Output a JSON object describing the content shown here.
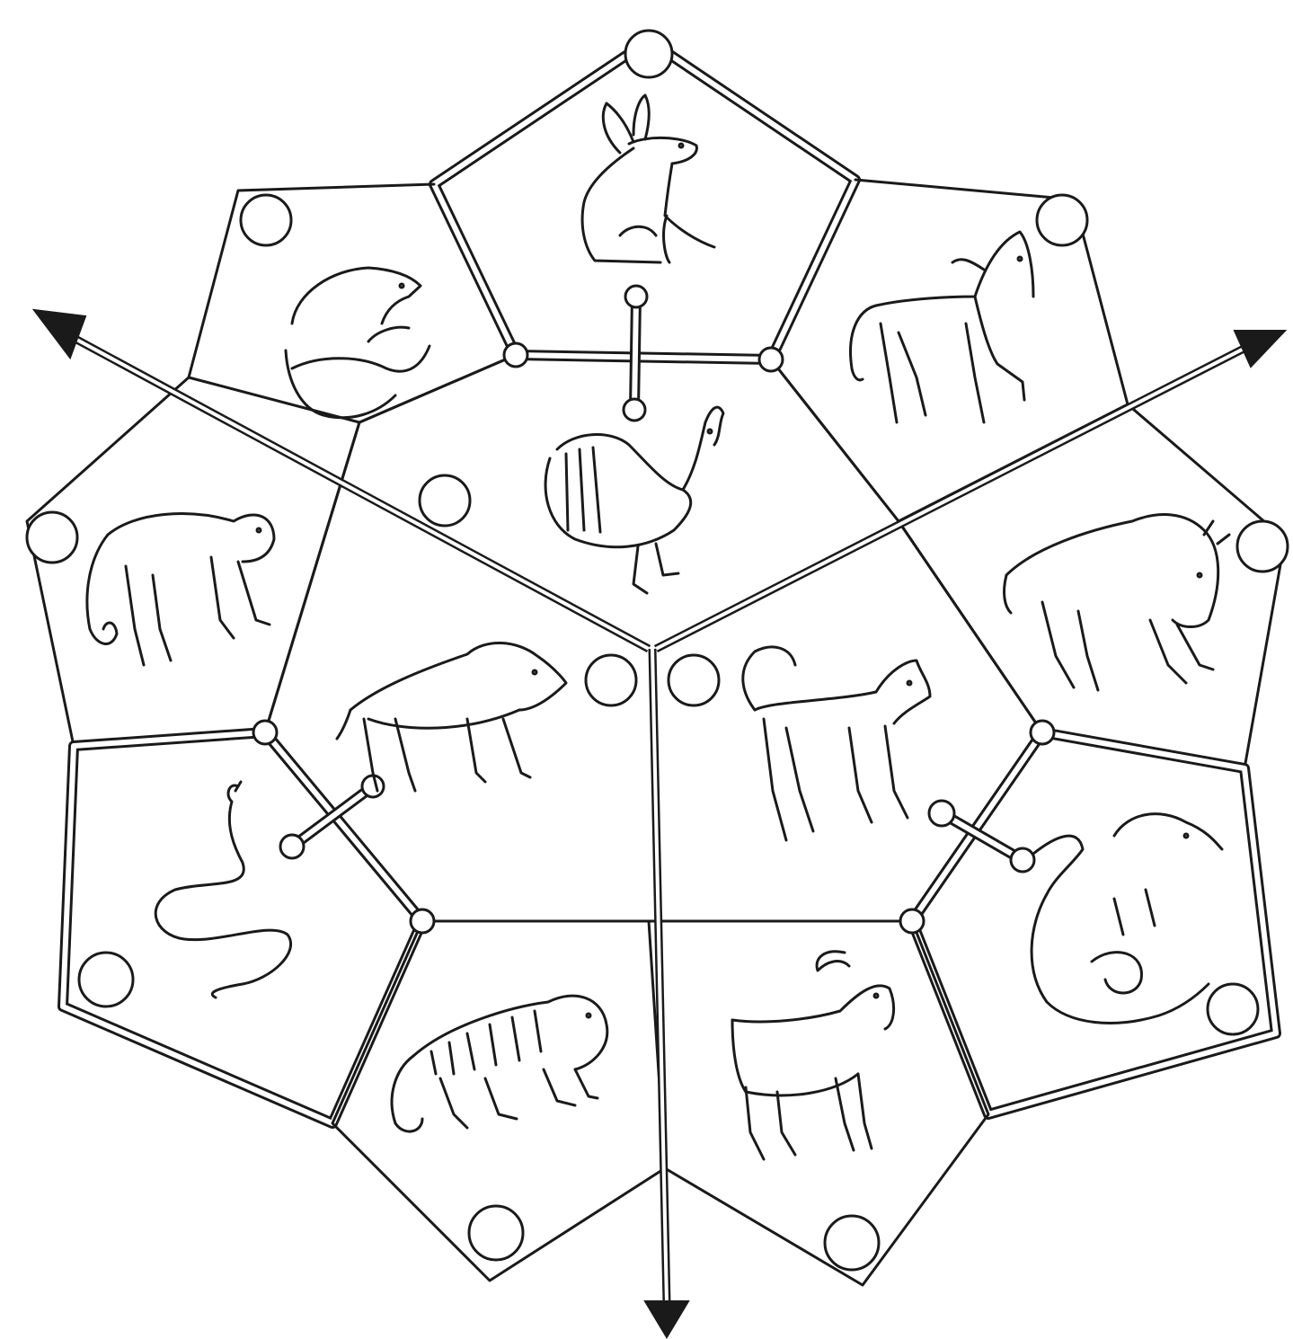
{
  "diagram": {
    "animals": [
      "rabbit",
      "horse",
      "ox",
      "dragon",
      "goat",
      "dog",
      "tiger",
      "boar",
      "snake",
      "monkey",
      "rat",
      "rooster"
    ],
    "colors": {
      "ink": "#1a1a1a",
      "paper": "#ffffff"
    },
    "icons": [
      "rabbit-icon",
      "horse-icon",
      "ox-icon",
      "dragon-icon",
      "goat-icon",
      "dog-icon",
      "tiger-icon",
      "boar-icon",
      "snake-icon",
      "monkey-icon",
      "rat-icon",
      "rooster-icon",
      "arrow-icon"
    ]
  }
}
